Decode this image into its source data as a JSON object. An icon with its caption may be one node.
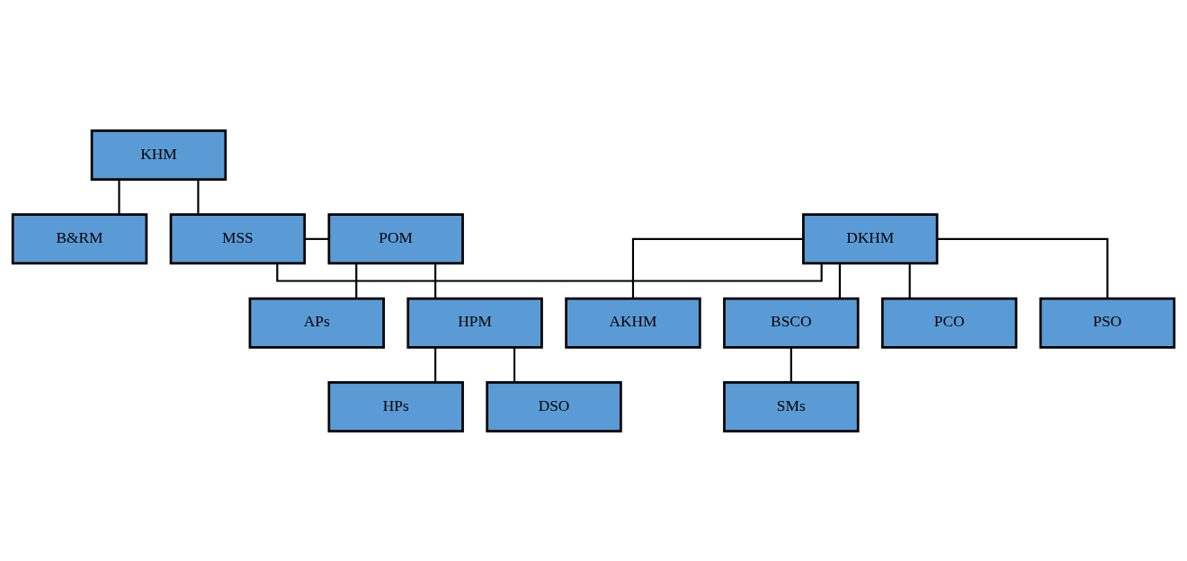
{
  "diagram": {
    "nodes": [
      {
        "text": [
          "KHM"
        ]
      },
      {
        "text": [
          "B&RM"
        ]
      },
      {
        "text": [
          "DKHM"
        ]
      },
      {
        "text": [
          "MSS"
        ]
      },
      {
        "text": [
          "POM"
        ]
      },
      {
        "text": [
          "AKHM"
        ]
      },
      {
        "text": [
          "BSCO"
        ]
      },
      {
        "text": [
          "PCO"
        ]
      },
      {
        "text": [
          "PSO"
        ]
      },
      {
        "text": [
          "APs"
        ]
      },
      {
        "text": [
          "SMs"
        ]
      },
      {
        "text": [
          "HPM"
        ]
      },
      {
        "text": [
          "HPs"
        ]
      },
      {
        "text": [
          "DSO"
        ]
      }
    ],
    "edges": [
      {
        "from": 0,
        "to": 1,
        "arrow": "none"
      },
      {
        "from": 0,
        "to": 3,
        "arrow": "none"
      },
      {
        "from": 2,
        "to": 3,
        "arrow": "none"
      },
      {
        "from": 3,
        "to": 4,
        "arrow": "none"
      },
      {
        "from": 2,
        "to": 5,
        "arrow": "none"
      },
      {
        "from": 2,
        "to": 6,
        "arrow": "none"
      },
      {
        "from": 2,
        "to": 7,
        "arrow": "none"
      },
      {
        "from": 2,
        "to": 8,
        "arrow": "none"
      },
      {
        "from": 4,
        "to": 9,
        "arrow": "none"
      },
      {
        "from": 4,
        "to": 11,
        "arrow": "none"
      },
      {
        "from": 6,
        "to": 10,
        "arrow": "none"
      },
      {
        "from": 11,
        "to": 12,
        "arrow": "none"
      },
      {
        "from": 11,
        "to": 13,
        "arrow": "none"
      }
    ]
  }
}
